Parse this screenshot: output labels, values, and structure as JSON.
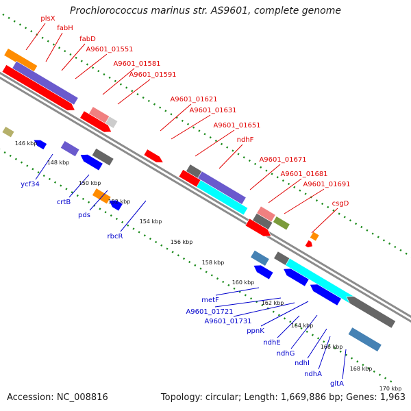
{
  "title": "Prochlorococcus marinus str. AS9601, complete genome",
  "footer": {
    "accession_label": "Accession: NC_008816",
    "info": "Topology: circular; Length: 1,669,886 bp; Genes: 1,963"
  },
  "colors": {
    "forward_label": "#e00000",
    "reverse_label": "#0000cc",
    "backbone": "#8c8c8c",
    "tick": "#1a8a1a",
    "cds_red": "#ff0000",
    "cds_blue": "#0000ff",
    "cyan": "#00ffff",
    "gray": "#666666",
    "purple": "#6a5acd",
    "orange": "#ff8c00",
    "olive": "#b5b06a",
    "pink": "#f08080",
    "steelblue": "#4682b4"
  },
  "scale_labels": [
    "146 kbp",
    "148 kbp",
    "150 kbp",
    "152 kbp",
    "154 kbp",
    "156 kbp",
    "158 kbp",
    "160 kbp",
    "162 kbp",
    "164 kbp",
    "166 kbp",
    "168 kbp",
    "170 kbp"
  ],
  "forward_genes": [
    "plsX",
    "fabH",
    "fabD",
    "A9601_01551",
    "A9601_01581",
    "A9601_01591",
    "A9601_01621",
    "A9601_01631",
    "A9601_01651",
    "ndhF",
    "A9601_01671",
    "A9601_01681",
    "A9601_01691",
    "csgD"
  ],
  "reverse_genes": [
    "ycf34",
    "crtB",
    "pds",
    "rbcR",
    "metF",
    "A9601_01721",
    "A9601_01731",
    "ppnK",
    "ndhE",
    "ndhG",
    "ndhI",
    "ndhA",
    "gltA"
  ]
}
